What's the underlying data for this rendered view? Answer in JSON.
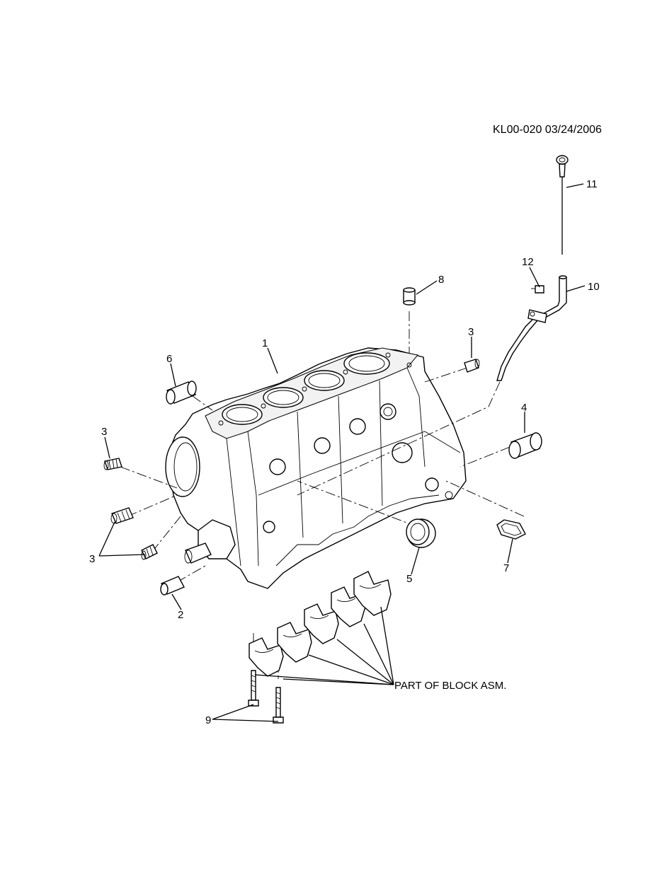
{
  "header": {
    "drawing_code": "KL00-020  03/24/2006"
  },
  "callouts": {
    "c1": "1",
    "c2": "2",
    "c3a": "3",
    "c3b": "3",
    "c3c": "3",
    "c4": "4",
    "c5": "5",
    "c6": "6",
    "c7": "7",
    "c8": "8",
    "c9": "9",
    "c10": "10",
    "c11": "11",
    "c12": "12"
  },
  "notes": {
    "part_of_block": "PART OF BLOCK ASM."
  },
  "colors": {
    "ink": "#000000",
    "paper": "#ffffff"
  }
}
